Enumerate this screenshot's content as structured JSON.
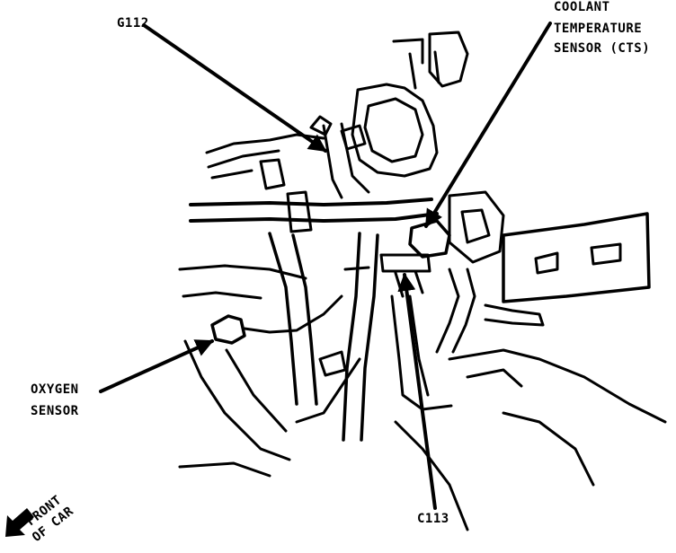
{
  "labels": {
    "g112": "G112",
    "coolant_sensor": [
      "COOLANT",
      "TEMPERATURE",
      "SENSOR (CTS)"
    ],
    "oxygen_sensor": [
      "OXYGEN",
      "SENSOR"
    ],
    "c113": "C113",
    "front_of_car": [
      "FRONT",
      "OF CAR"
    ]
  },
  "colors": {
    "ink": "#000000",
    "paper": "#ffffff"
  }
}
